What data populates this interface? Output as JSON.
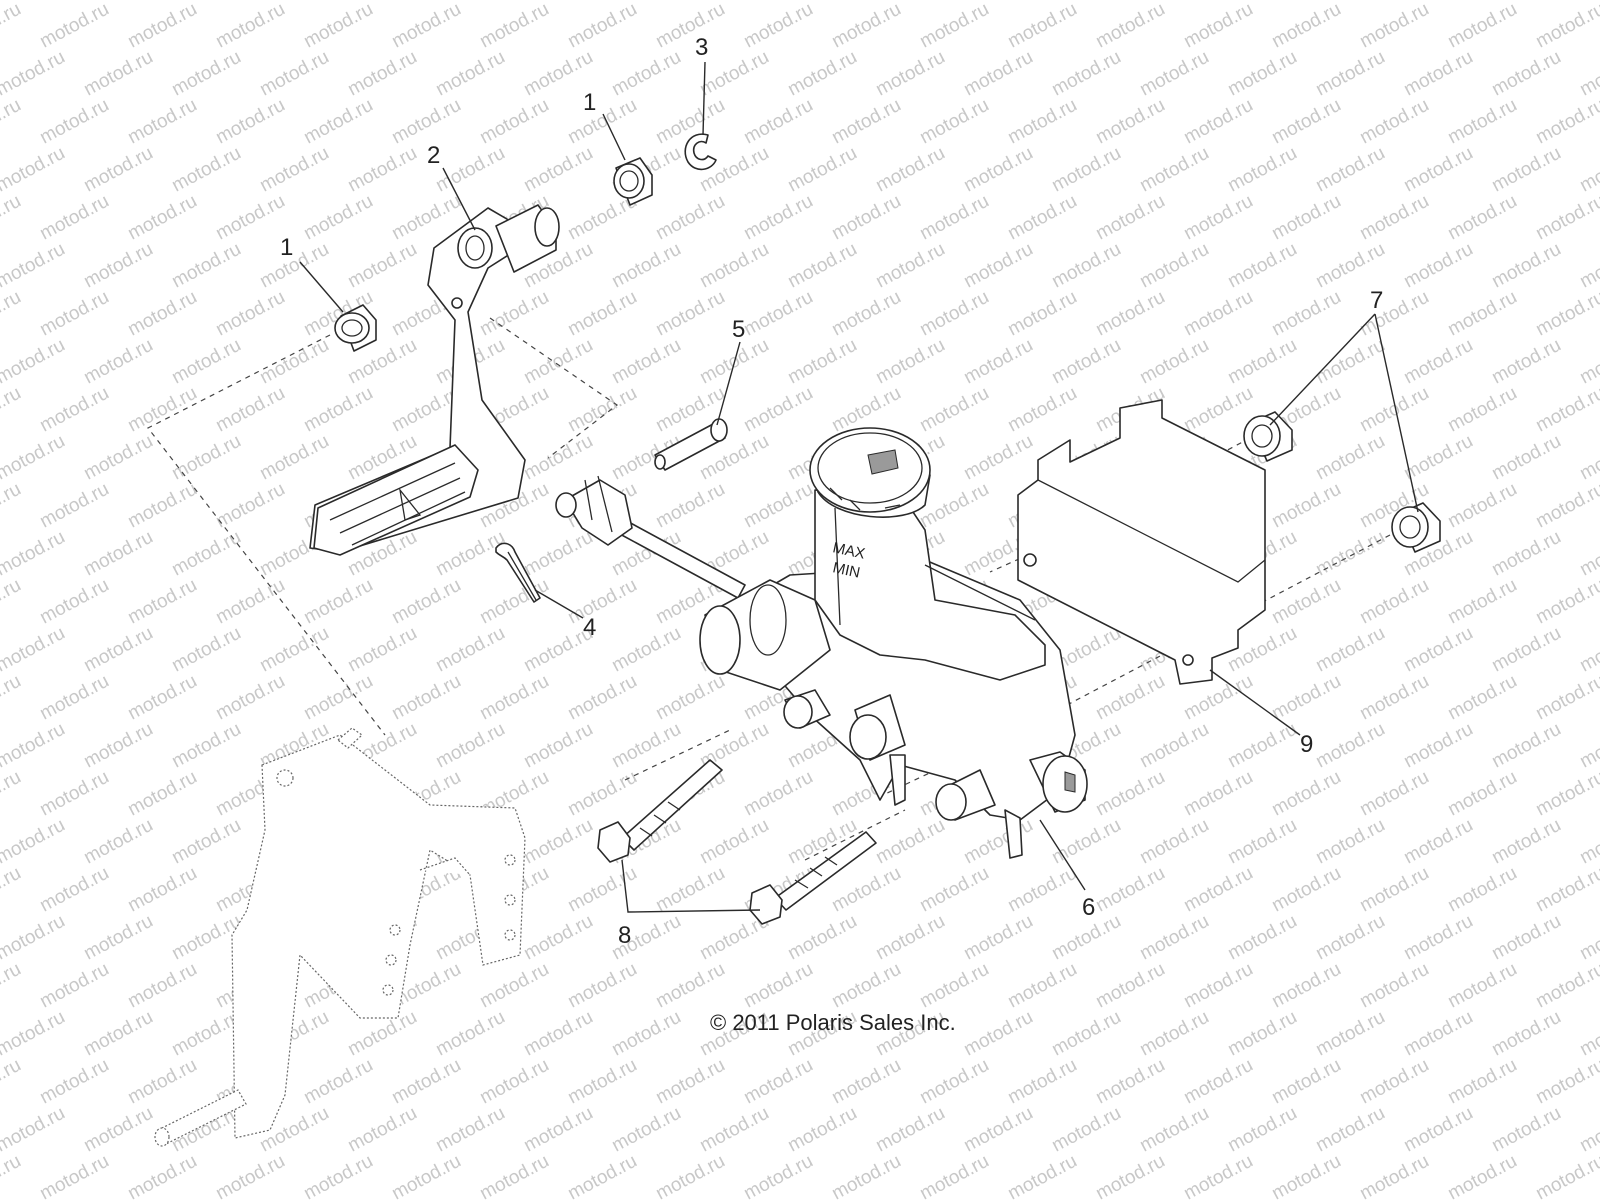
{
  "diagram": {
    "watermark_text": "motod.ru",
    "copyright": "© 2011 Polaris Sales Inc.",
    "reservoir_marks": [
      "MAX",
      "MIN"
    ],
    "callouts": [
      "1",
      "3",
      "1",
      "2",
      "5",
      "7",
      "4",
      "9",
      "6",
      "8"
    ]
  }
}
